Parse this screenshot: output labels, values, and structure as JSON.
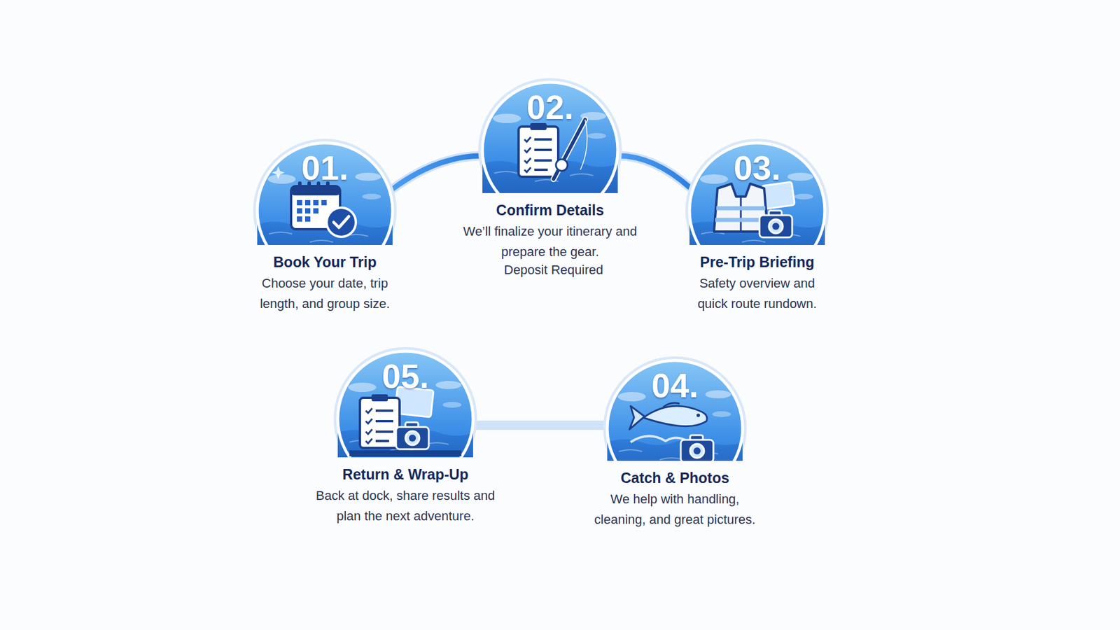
{
  "diagram": {
    "nodes": [
      {
        "text": [
          "01.",
          "Book Your Trip",
          "Choose your date, trip length, and group size."
        ]
      },
      {
        "text": [
          "02.",
          "Confirm Details",
          "We’ll finalize your itinerary and prepare the gear.",
          "Deposit Required"
        ]
      },
      {
        "text": [
          "03.",
          "Pre-Trip Briefing",
          "Safety overview and quick route rundown."
        ]
      },
      {
        "text": [
          "04.",
          "Catch & Photos",
          "We help with handling, cleaning, and great pictures."
        ]
      },
      {
        "text": [
          "05.",
          "Return & Wrap-Up",
          "Back at dock, share results and plan the next adventure."
        ]
      }
    ],
    "edges": [
      {
        "from": 0,
        "to": 1,
        "arrow": "none"
      },
      {
        "from": 1,
        "to": 2,
        "arrow": "none"
      },
      {
        "from": 3,
        "to": 4,
        "arrow": "none"
      }
    ]
  }
}
